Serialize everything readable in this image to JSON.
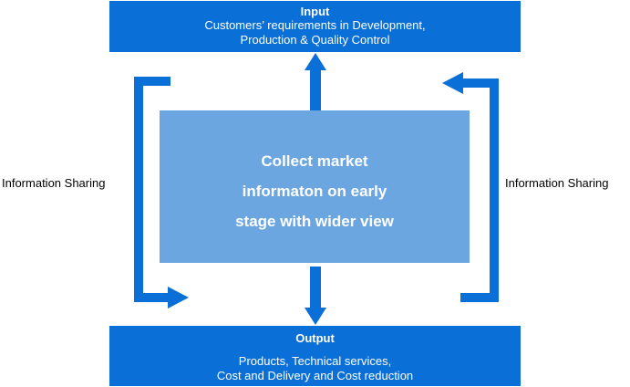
{
  "input": {
    "title": "Input",
    "lines": [
      "Customers’ requirements in Development,",
      "Production & Quality Control"
    ]
  },
  "center": {
    "lines": [
      "Collect market",
      "informaton on early",
      "stage with wider view"
    ]
  },
  "output": {
    "title": "Output",
    "lines": [
      "Products, Technical services,",
      "Cost and Delivery and Cost reduction"
    ]
  },
  "side_labels": {
    "left": "Information Sharing",
    "right": "Information Sharing"
  },
  "colors": {
    "box_dark": "#0A6FD6",
    "box_light": "#6CA6E1",
    "arrow": "#0A6FD6",
    "text_on_box": "#FFFFFF"
  }
}
